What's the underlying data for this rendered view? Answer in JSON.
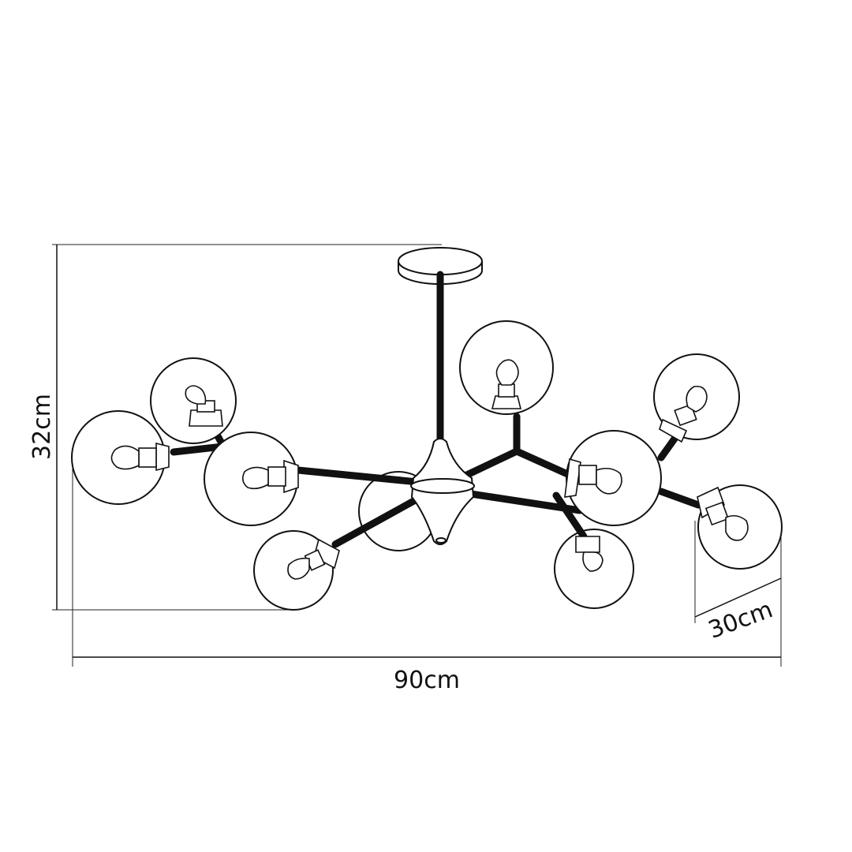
{
  "dimensions": {
    "height_label": "32cm",
    "width_label": "90cm",
    "depth_label": "30cm"
  },
  "colors": {
    "line": "#111111",
    "background": "#ffffff"
  },
  "icons": [
    "chandelier-drawing",
    "globe-lamp",
    "ceiling-canopy"
  ]
}
